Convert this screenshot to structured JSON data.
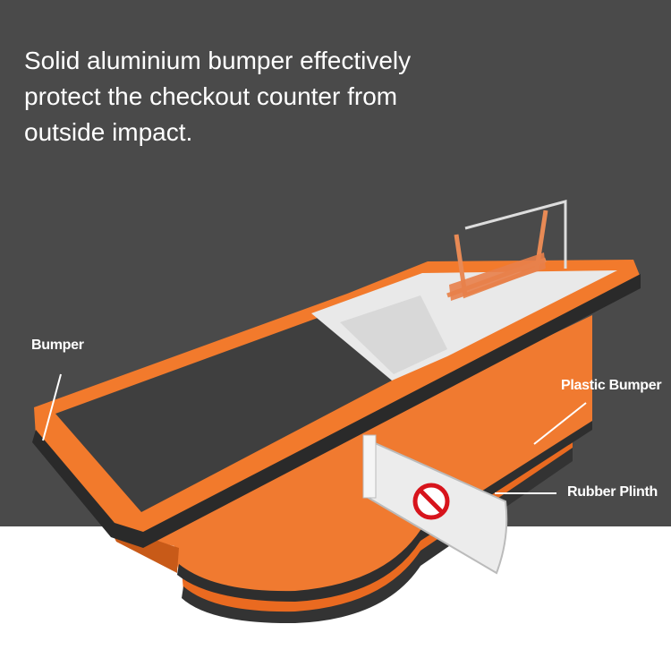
{
  "headline": {
    "lines": [
      "Solid aluminium bumper effectively",
      "protect the checkout counter from",
      "outside impact."
    ]
  },
  "callouts": {
    "bumper": "Bumper",
    "plastic_bumper": "Plastic Bumper",
    "rubber_plinth": "Rubber Plinth"
  },
  "colors": {
    "background_dark": "#4a4a4a",
    "counter_orange": "#f07428",
    "belt": "#3f3f3f",
    "sign_red": "#d7141c"
  }
}
